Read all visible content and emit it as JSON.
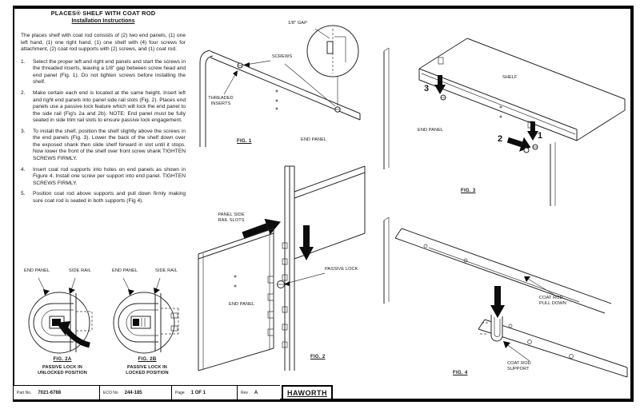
{
  "doc": {
    "title": "PLACES® SHELF WITH COAT ROD",
    "subtitle": "Installation Instructions",
    "intro": "The places shelf with coat rod consists of (2) two end panels, (1) one left hand, (1) one right hand, (1) one shelf with (4) four screws for attachment, (2) coat rod supports with (2) screws, and (1) coat rod."
  },
  "steps": [
    {
      "num": "1.",
      "text": "Select the proper left and right end panels and start the screws in the threaded inserts, leaving a 1/8\" gap between screw head and end panel (Fig. 1). Do not tighten screws before installing the shelf."
    },
    {
      "num": "2.",
      "text": "Make certain each end is located at the same height. Insert left and right end panels into panel side rail slots (Fig. 2). Places end panels use a passive lock feature which will lock the end panel to the side rail (Fig's 2a and 2b). NOTE: End panel must be fully seated in side trim rail slots to ensure passive lock engagement."
    },
    {
      "num": "3.",
      "text": "To install the shelf, position the shelf slightly above the screws in the end panels (Fig. 3). Lower the back of the shelf down over the exposed shank then slide shelf forward in slot until it stops. Now lower the front of the shelf over front screw shank TIGHTEN SCREWS FIRMLY."
    },
    {
      "num": "4.",
      "text": "Insert coat rod supports into holes on end panels as shown in Figure 4. Install one screw per support into end panel. TIGHTEN SCREWS FIRMLY."
    },
    {
      "num": "5.",
      "text": "Position coat rod above supports and pull down firmly making sure coat rod is seated in both supports (Fig 4)."
    }
  ],
  "fig1": {
    "caption": "FIG. 1",
    "threaded_inserts": "THREADED\nINSERTS",
    "screws": "SCREWS",
    "gap": "1/8\" GAP",
    "end_panel": "END PANEL"
  },
  "fig2": {
    "caption": "FIG. 2",
    "rail_slots": "PANEL SIDE\nRAIL SLOTS",
    "passive_lock": "PASSIVE LOCK",
    "end_panel": "END PANEL"
  },
  "fig3": {
    "caption": "FIG. 3",
    "shelf": "SHELF",
    "end_panel": "END PANEL",
    "n1": "1",
    "n2": "2",
    "n3": "3"
  },
  "fig4": {
    "caption": "FIG. 4",
    "pull_down": "COAT ROD\nPULL DOWN",
    "support": "COAT ROD\nSUPPORT"
  },
  "fig2a": {
    "caption": "FIG. 2A",
    "sub": "PASSIVE LOCK IN\nUNLOCKED POSITION",
    "end_panel": "END PANEL",
    "side_rail": "SIDE RAIL"
  },
  "fig2b": {
    "caption": "FIG. 2B",
    "sub": "PASSIVE LOCK IN\nLOCKED POSITION",
    "end_panel": "END PANEL",
    "side_rail": "SIDE RAIL"
  },
  "footer": {
    "part_label": "Part No.",
    "part_value": "7021-6788",
    "eco_label": "ECO No",
    "eco_value": "244-185",
    "page_label": "Page",
    "page_value": "1 OF 1",
    "rev_label": "Rev",
    "rev_value": "A",
    "logo": "HAWORTH"
  }
}
